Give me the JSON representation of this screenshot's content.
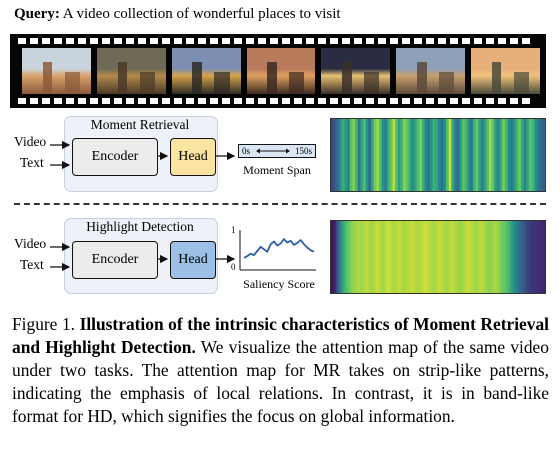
{
  "query": {
    "label": "Query:",
    "text": " A video collection of wonderful places to visit"
  },
  "film": {
    "frames": [
      {
        "name": "frame-medieval-street",
        "sky": "#c9d3dc",
        "ground": "#8a5a3c",
        "accent": "#d9a36b"
      },
      {
        "name": "frame-italian-alley",
        "sky": "#6f6a55",
        "ground": "#4a3a28",
        "accent": "#b48a4a"
      },
      {
        "name": "frame-tuscan-hilltop",
        "sky": "#7c8fb0",
        "ground": "#2d2a26",
        "accent": "#d4a24a"
      },
      {
        "name": "frame-tower-sunset",
        "sky": "#b77a5a",
        "ground": "#3c2a22",
        "accent": "#e0a060"
      },
      {
        "name": "frame-night-street",
        "sky": "#2a2c44",
        "ground": "#3a2f2a",
        "accent": "#e8c070"
      },
      {
        "name": "frame-old-town",
        "sky": "#8ea0b8",
        "ground": "#5a4a3a",
        "accent": "#c8a070"
      },
      {
        "name": "frame-countryside",
        "sky": "#e7b07a",
        "ground": "#4a4a3a",
        "accent": "#f2c27a"
      }
    ]
  },
  "mr": {
    "title": "Moment Retrieval",
    "video_label": "Video",
    "text_label": "Text",
    "encoder_label": "Encoder",
    "head_label": "Head",
    "span_start": "0s",
    "span_end": "150s",
    "span_caption": "Moment Span",
    "colors": {
      "encoder": "#ececec",
      "head": "#fbe3a1"
    }
  },
  "hd": {
    "title": "Highlight Detection",
    "video_label": "Video",
    "text_label": "Text",
    "encoder_label": "Encoder",
    "head_label": "Head",
    "y_top": "1",
    "y_bottom": "0",
    "plot_caption": "Saliency Score",
    "colors": {
      "encoder": "#ececec",
      "head": "#9cc0e6"
    }
  },
  "attention": {
    "mr_map": [
      0.2,
      0.28,
      0.35,
      0.5,
      0.62,
      0.55,
      0.45,
      0.72,
      0.8,
      0.65,
      0.4,
      0.58,
      0.7,
      0.52,
      0.33,
      0.6,
      0.78,
      0.85,
      0.68,
      0.5,
      0.42,
      0.63,
      0.75,
      0.9,
      0.7,
      0.55,
      0.66,
      0.82,
      0.74,
      0.6,
      0.48,
      0.57,
      0.69,
      0.8,
      0.62,
      0.45,
      0.38,
      0.52,
      0.64,
      0.58,
      0.47,
      0.36,
      0.5,
      0.7,
      0.92,
      0.6,
      0.44,
      0.35,
      0.55,
      0.72,
      0.66,
      0.5,
      0.4,
      0.62,
      0.76,
      0.58,
      0.42,
      0.55,
      0.7,
      0.86,
      0.74,
      0.56,
      0.45,
      0.6,
      0.78,
      0.66,
      0.48,
      0.4,
      0.52,
      0.64,
      0.76,
      0.6,
      0.46,
      0.58,
      0.72,
      0.65,
      0.52,
      0.4,
      0.35,
      0.3
    ],
    "hd_map": [
      0.05,
      0.12,
      0.28,
      0.45,
      0.58,
      0.68,
      0.75,
      0.8,
      0.84,
      0.86,
      0.88,
      0.85,
      0.88,
      0.9,
      0.87,
      0.85,
      0.89,
      0.92,
      0.88,
      0.86,
      0.9,
      0.93,
      0.9,
      0.87,
      0.89,
      0.91,
      0.88,
      0.86,
      0.88,
      0.9,
      0.92,
      0.89,
      0.87,
      0.88,
      0.91,
      0.93,
      0.9,
      0.88,
      0.86,
      0.89,
      0.92,
      0.9,
      0.87,
      0.86,
      0.89,
      0.91,
      0.88,
      0.86,
      0.84,
      0.87,
      0.9,
      0.92,
      0.89,
      0.87,
      0.85,
      0.88,
      0.9,
      0.86,
      0.84,
      0.82,
      0.85,
      0.87,
      0.84,
      0.8,
      0.76,
      0.72,
      0.66,
      0.58,
      0.5,
      0.42,
      0.35,
      0.3,
      0.25,
      0.2,
      0.18,
      0.16,
      0.15,
      0.14,
      0.13,
      0.12
    ],
    "saliency": [
      0.3,
      0.35,
      0.42,
      0.38,
      0.5,
      0.62,
      0.55,
      0.48,
      0.7,
      0.78,
      0.66,
      0.72,
      0.85,
      0.75,
      0.8,
      0.68,
      0.74,
      0.82,
      0.7,
      0.6,
      0.52,
      0.48
    ]
  },
  "caption": {
    "prefix": "Figure 1. ",
    "bold": "Illustration of the intrinsic characteristics of Moment Retrieval and Highlight Detection.",
    "body": " We visualize the attention map of the same video under two tasks. The attention map for MR takes on strip-like patterns, indicating the emphasis of local relations. In contrast, it is in band-like format for HD, which signifies the focus on global information."
  }
}
